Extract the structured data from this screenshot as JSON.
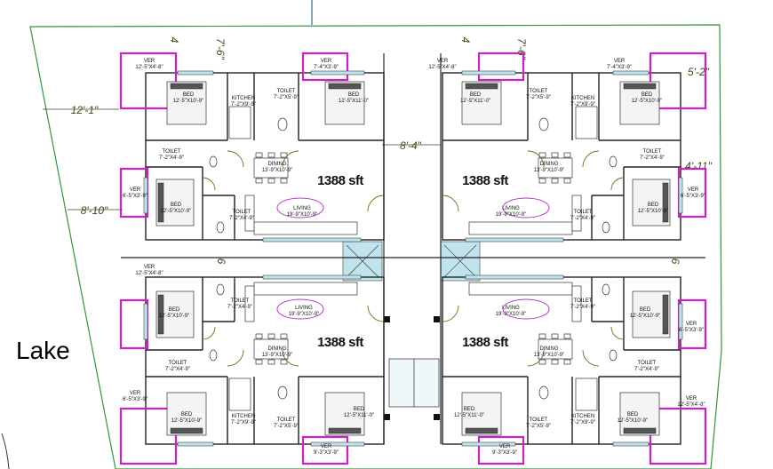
{
  "site": {
    "lake_label": "Lake"
  },
  "boundary_dims": {
    "left_top": "12'-1\"",
    "left_bottom": "8'-10\"",
    "center": "8'-4\"",
    "right_top": "5'-2\"",
    "right_mid": "4'-11\"",
    "top_a": "4",
    "top_b": "7'-6\"",
    "top_c": "4",
    "top_d": "7'-6\"",
    "mid_left": "6",
    "mid_right": "6"
  },
  "units": [
    {
      "area": "1388 sft",
      "ver_top": "VER\n12'-5\"X4'-8\"",
      "ver_top2": "VER\n7'-4\"X3'-9\"",
      "ver_side": "VER\n6'-5\"X3'-9\"",
      "bed1": "BED\n12'-5\"X10'-9\"",
      "bed2": "BED\n12'-5\"X11'-0\"",
      "bed3": "BED\n12'-5\"X10'-9\"",
      "kitchen": "KITCHEN\n7'-2\"X9'-9\"",
      "toilet1": "TOILET\n7'-2\"X5'-9\"",
      "toilet2": "TOILET\n7'-2\"X4'-9\"",
      "toilet3": "TOILET\n7'-2\"X4'-9\"",
      "dining": "DINING\n13'-9\"X10'-9\"",
      "living": "LIVING\n19'-9\"X10'-9\""
    },
    {
      "area": "1388 sft",
      "ver_top": "VER\n12'-5\"X4'-8\"",
      "ver_top2": "VER\n7'-4\"X3'-9\"",
      "ver_side": "VER\n6'-5\"X3'-9\"",
      "bed1": "BED\n12'-5\"X11'-0\"",
      "bed2": "BED\n12'-5\"X10'-9\"",
      "bed3": "BED\n12'-5\"X10'-9\"",
      "kitchen": "KITCHEN\n7'-2\"X9'-9\"",
      "toilet1": "TOILET\n7'-2\"X5'-9\"",
      "toilet2": "TOILET\n7'-2\"X4'-9\"",
      "toilet3": "TOILET\n7'-2\"X4'-9\"",
      "dining": "DINING\n13'-9\"X10'-9\"",
      "living": "LIVING\n19'-9\"X10'-9\""
    },
    {
      "area": "1388 sft",
      "ver_top": "VER\n12'-5\"X4'-8\"",
      "ver_top2": "VER\n9'-3\"X3'-9\"",
      "ver_side": "VER\n6'-5\"X3'-9\"",
      "bed1": "BED\n12'-5\"X10'-9\"",
      "bed2": "BED\n12'-5\"X11'-0\"",
      "bed3": "BED\n12'-5\"X10'-9\"",
      "kitchen": "KITCHEN\n7'-2\"X9'-9\"",
      "toilet1": "TOILET\n7'-2\"X5'-9\"",
      "toilet2": "TOILET\n7'-2\"X4'-9\"",
      "toilet3": "TOILET\n7'-2\"X4'-9\"",
      "dining": "DINING\n13'-9\"X10'-9\"",
      "living": "LIVING\n19'-9\"X10'-9\""
    },
    {
      "area": "1388 sft",
      "ver_top": "VER\n12'-5\"X4'-8\"",
      "ver_top2": "VER\n9'-3\"X3'-9\"",
      "ver_side": "VER\n6'-5\"X3'-9\"",
      "bed1": "BED\n12'-5\"X11'-0\"",
      "bed2": "BED\n12'-5\"X10'-9\"",
      "bed3": "BED\n12'-5\"X10'-9\"",
      "kitchen": "KITCHEN\n7'-2\"X9'-9\"",
      "toilet1": "TOILET\n7'-2\"X5'-9\"",
      "toilet2": "TOILET\n7'-2\"X4'-9\"",
      "toilet3": "TOILET\n7'-2\"X4'-9\"",
      "dining": "DINING\n13'-9\"X10'-9\"",
      "living": "LIVING\n19'-9\"X10'-9\""
    }
  ],
  "colors": {
    "boundary": "#2e9a3a",
    "verandah": "#d21ec9",
    "dimension": "#3a4a10",
    "lift": "#bfe4ee"
  }
}
